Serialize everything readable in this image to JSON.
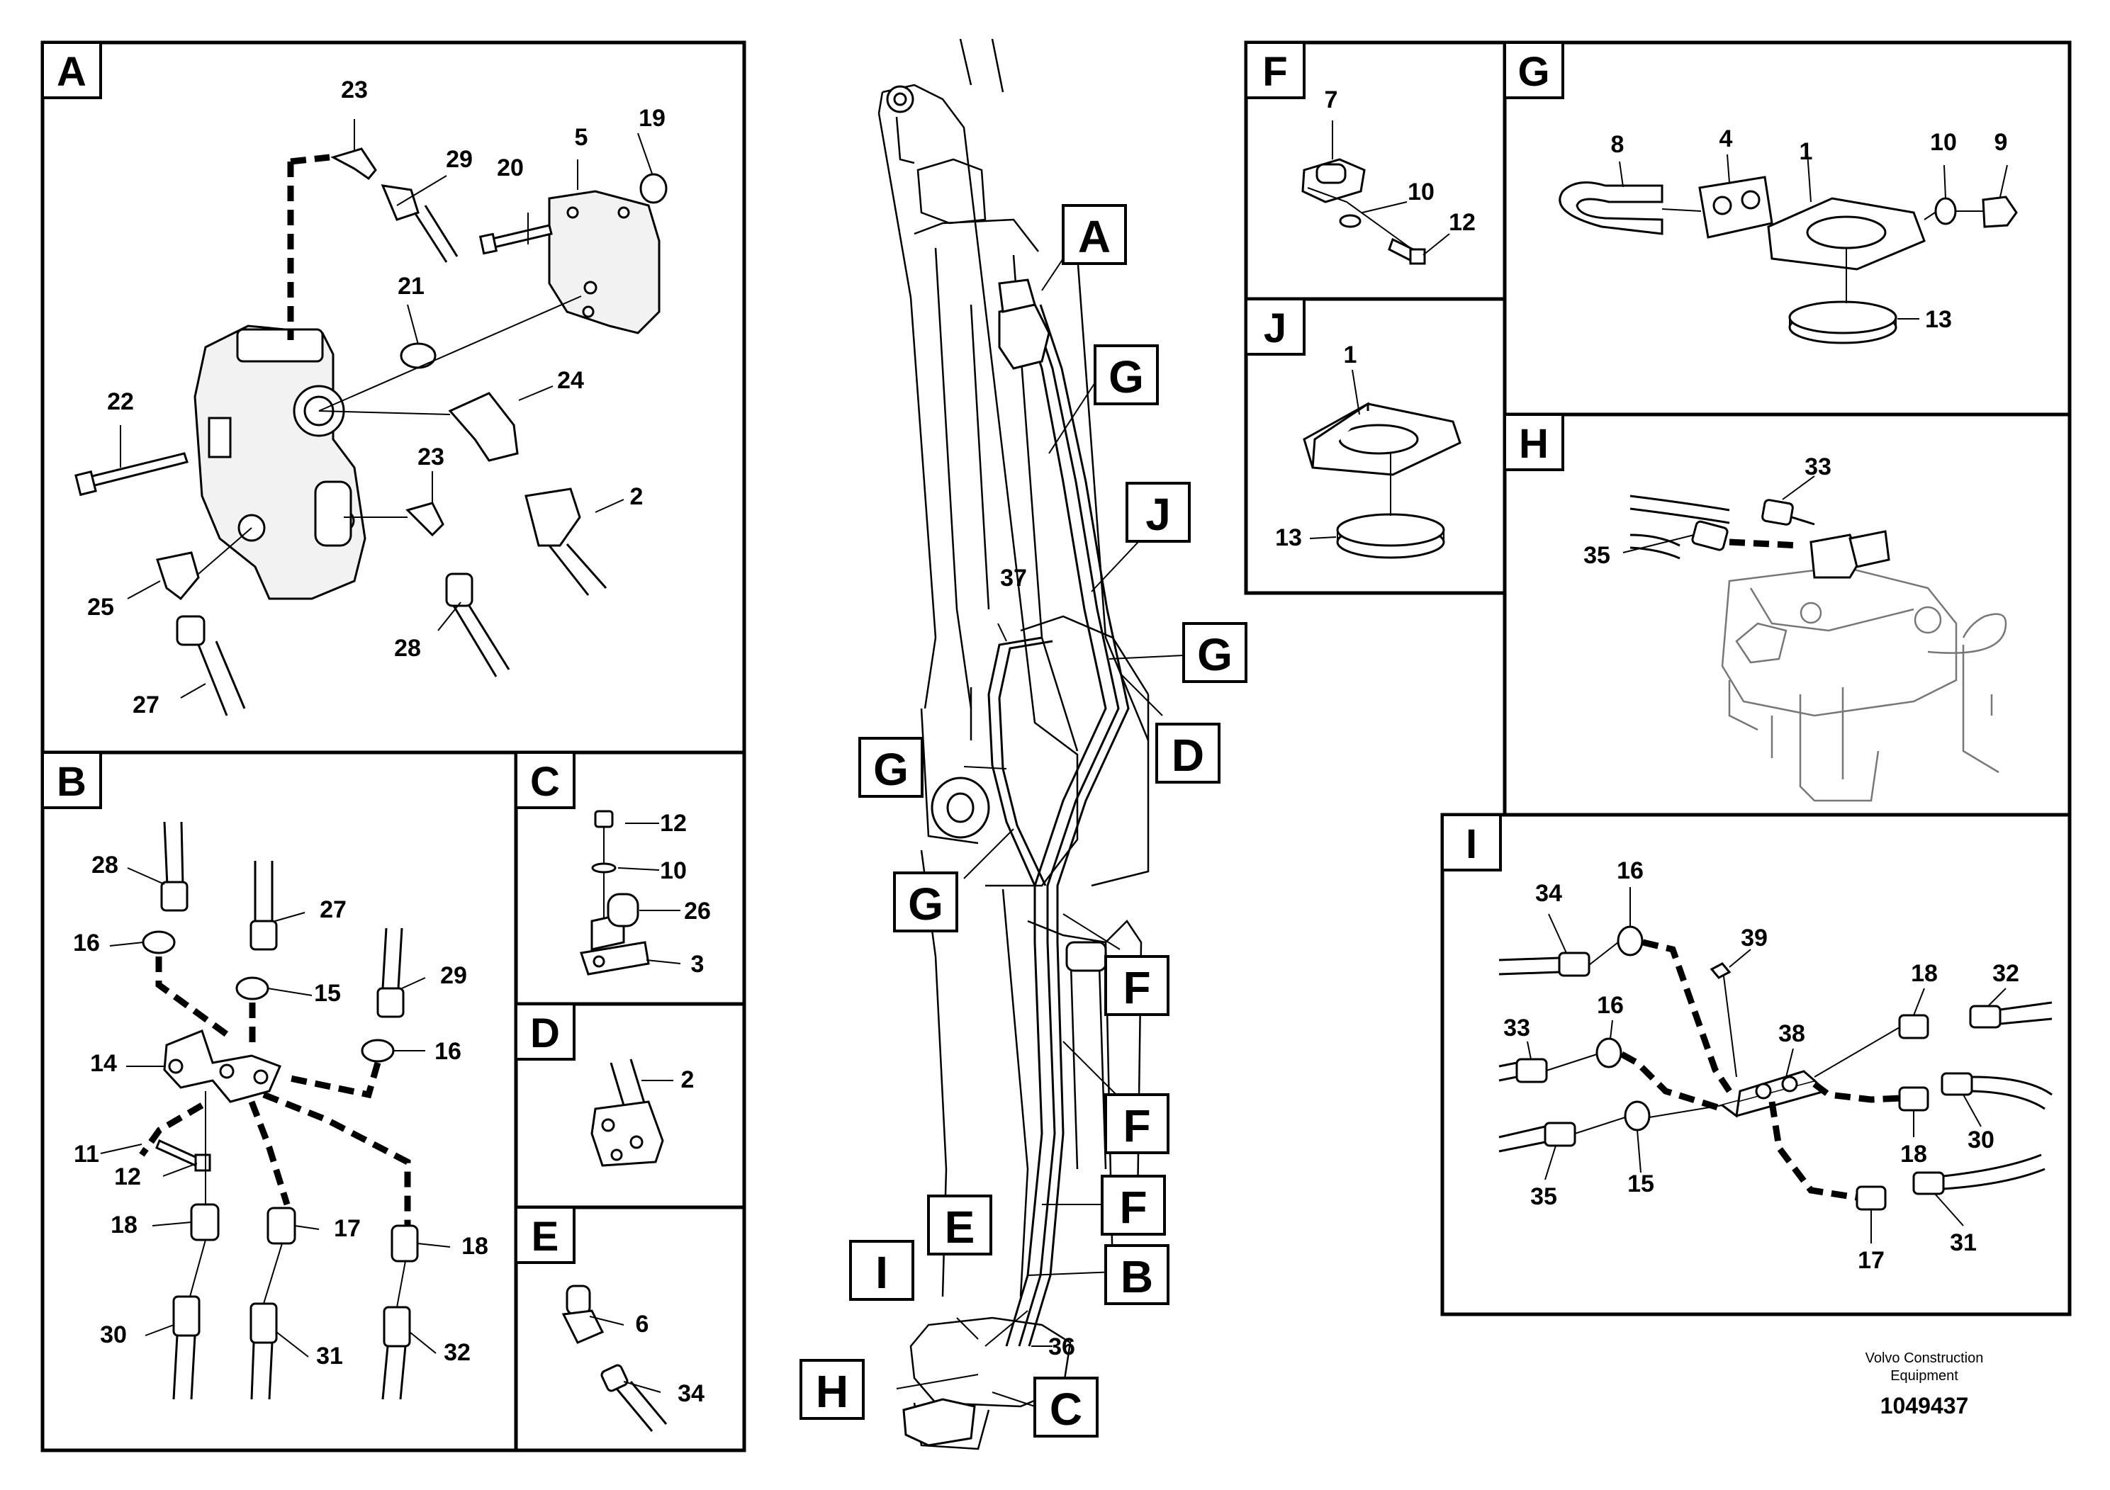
{
  "panels": {
    "A": "A",
    "B": "B",
    "C": "C",
    "D": "D",
    "E": "E",
    "F": "F",
    "G": "G",
    "H": "H",
    "I": "I",
    "J": "J"
  },
  "numbers": {
    "A": [
      "23",
      "29",
      "20",
      "5",
      "19",
      "21",
      "22",
      "24",
      "23",
      "2",
      "25",
      "28",
      "27"
    ],
    "B": [
      "28",
      "27",
      "29",
      "16",
      "15",
      "16",
      "14",
      "11",
      "12",
      "18",
      "17",
      "18",
      "30",
      "31",
      "32"
    ],
    "C": [
      "12",
      "10",
      "26",
      "3"
    ],
    "D": [
      "2"
    ],
    "E": [
      "6",
      "34"
    ],
    "F": [
      "7",
      "10",
      "12"
    ],
    "G": [
      "8",
      "4",
      "1",
      "10",
      "9",
      "13"
    ],
    "J": [
      "1",
      "13"
    ],
    "H": [
      "33",
      "35"
    ],
    "I": [
      "34",
      "16",
      "39",
      "18",
      "32",
      "33",
      "16",
      "38",
      "35",
      "15",
      "18",
      "30",
      "17",
      "31"
    ]
  },
  "boom_callouts": [
    "A",
    "G",
    "J",
    "37",
    "G",
    "D",
    "G",
    "G",
    "F",
    "F",
    "F",
    "E",
    "B",
    "I",
    "36",
    "H",
    "C"
  ],
  "footer": {
    "line1": "Volvo Construction",
    "line2": "Equipment",
    "doc_number": "1049437"
  }
}
